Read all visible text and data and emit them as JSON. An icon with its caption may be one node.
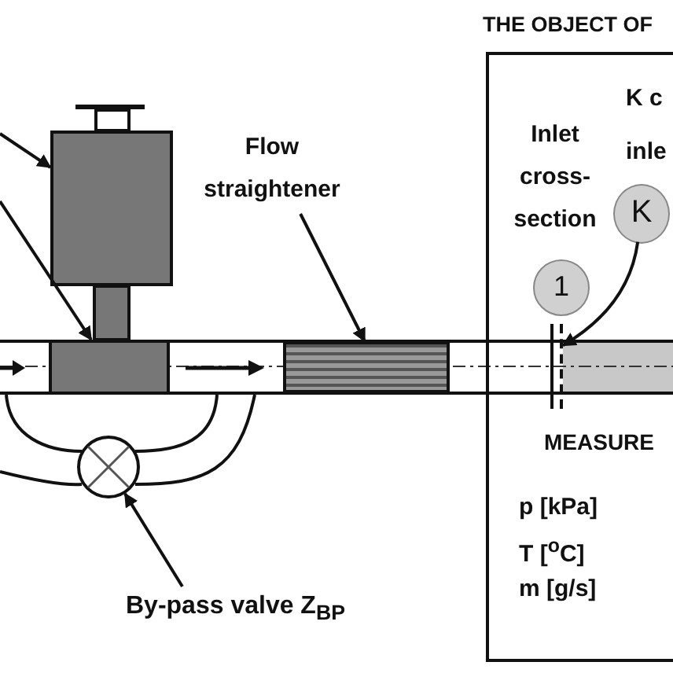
{
  "diagram": {
    "nodes": [
      {
        "text": [],
        "shape": "box"
      },
      {
        "text": [],
        "shape": "box"
      },
      {
        "text": [
          "Flow straightener"
        ]
      },
      {
        "text": [],
        "shape": "box"
      },
      {
        "text": [],
        "shape": "circle"
      },
      {
        "text": [
          "By-pass valve Z$_{BP}$"
        ]
      },
      {
        "text": [
          "THE OBJECT OF"
        ]
      },
      {
        "text": [
          "1"
        ],
        "in": 6
      },
      {
        "text": [
          "K"
        ],
        "in": 6
      },
      {
        "text": [],
        "shape": "bar",
        "in": 6
      }
    ],
    "edges": [
      {
        "from": null,
        "to": 0,
        "arrow": "to"
      },
      {
        "from": null,
        "to": 1,
        "arrow": "to"
      },
      {
        "from": 2,
        "to": 3,
        "arrow": "to"
      },
      {
        "from": 5,
        "to": 4,
        "arrow": "to"
      },
      {
        "from": 8,
        "to": 9,
        "arrow": "to"
      }
    ],
    "labels": [
      "Inlet cross-section",
      "K c inle",
      "MEASURE",
      "p [kPa]",
      "T [$^{o}$C]",
      "m [g/s]"
    ]
  }
}
